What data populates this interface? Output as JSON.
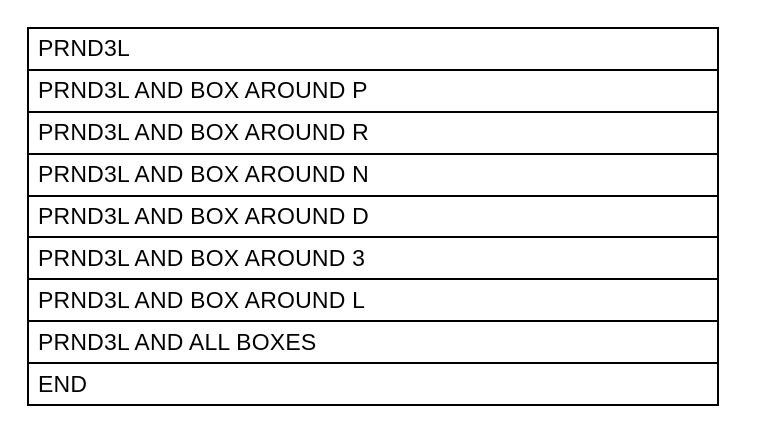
{
  "table": {
    "rows": [
      "PRND3L",
      "PRND3L AND BOX AROUND P",
      "PRND3L AND BOX AROUND R",
      "PRND3L AND BOX AROUND N",
      "PRND3L AND BOX AROUND D",
      "PRND3L AND BOX AROUND 3",
      "PRND3L AND BOX AROUND L",
      "PRND3L AND ALL BOXES",
      "END"
    ]
  }
}
